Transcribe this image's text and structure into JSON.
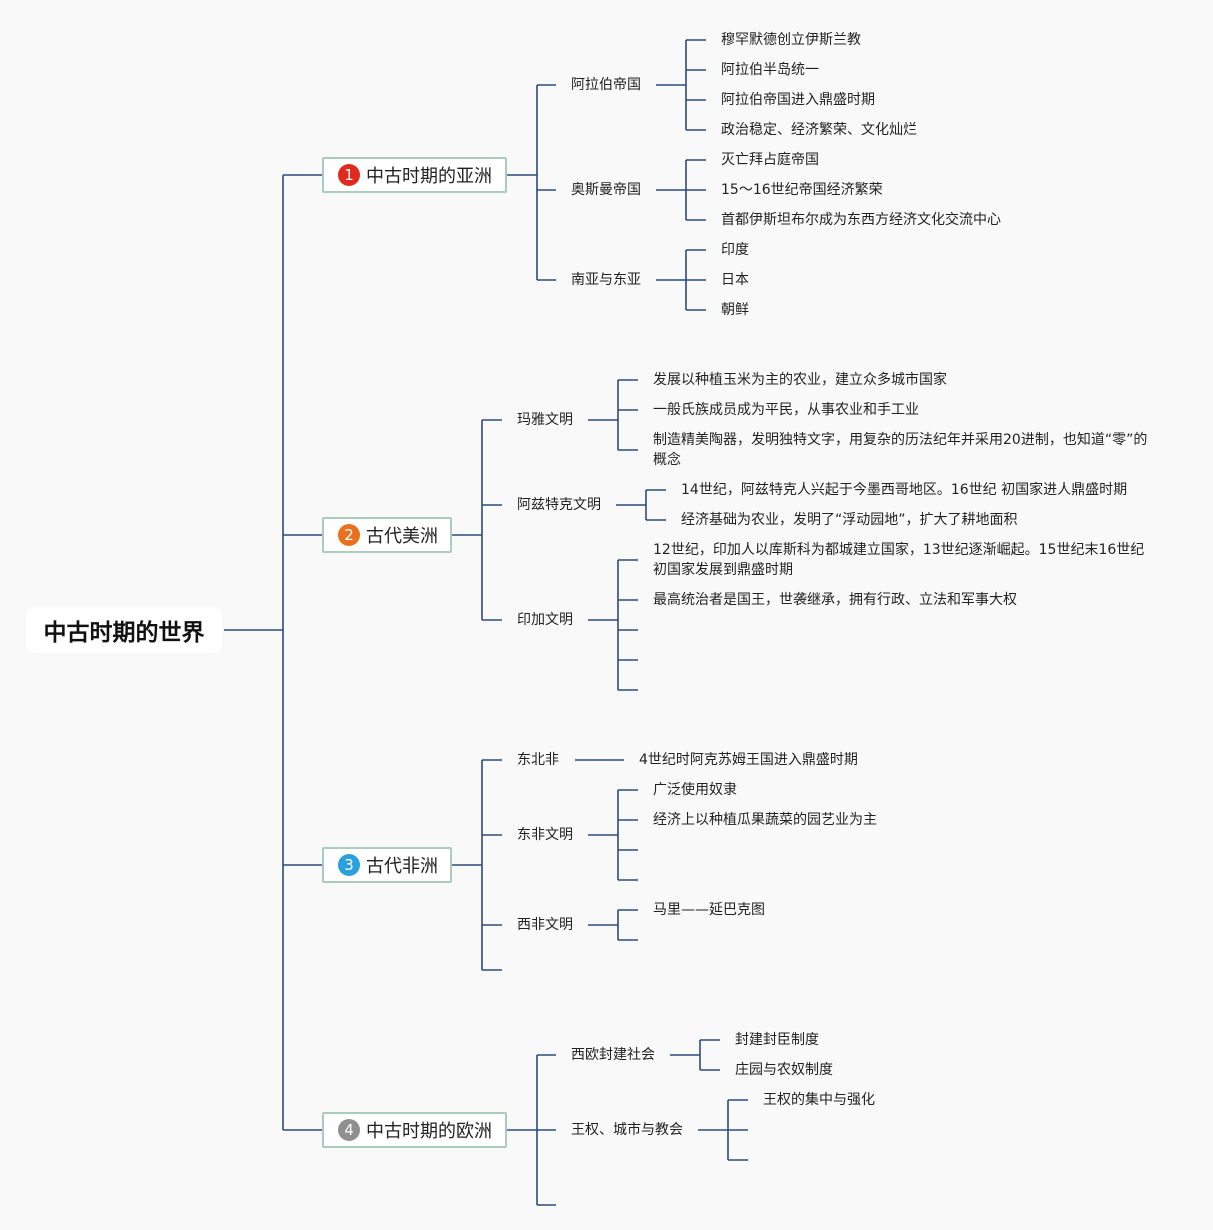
{
  "root": "中古时期的世界",
  "branches": [
    {
      "num": "1",
      "label": "中古时期的亚洲",
      "color": "#e02a1f",
      "subs": [
        {
          "label": "阿拉伯帝国",
          "items": [
            "穆罕默德创立伊斯兰教",
            "阿拉伯半岛统一",
            "阿拉伯帝国进入鼎盛时期",
            "政治稳定、经济繁荣、文化灿烂"
          ]
        },
        {
          "label": "奥斯曼帝国",
          "items": [
            "灭亡拜占庭帝国",
            "15～16世纪帝国经济繁荣",
            "首都伊斯坦布尔成为东西方经济文化交流中心"
          ]
        },
        {
          "label": "南亚与东亚",
          "items": [
            "印度",
            "日本",
            "朝鲜"
          ]
        }
      ]
    },
    {
      "num": "2",
      "label": "古代美洲",
      "color": "#e8701f",
      "subs": [
        {
          "label": "玛雅文明",
          "items": [
            "发展以种植玉米为主的农业，建立众多城市国家",
            "一般氏族成员成为平民，从事农业和手工业",
            "制造精美陶器，发明独特文字，用复杂的历法纪年并采用20进制，也知道“零”的概念"
          ]
        },
        {
          "label": "阿兹特克文明",
          "items": [
            "14世纪，阿兹特克人兴起于今墨西哥地区。16世纪 初国家进人鼎盛时期",
            "经济基础为农业，发明了“浮动园地”，扩大了耕地面积"
          ]
        },
        {
          "label": "印加文明",
          "items": [
            "12世纪，印加人以库斯科为都城建立国家，13世纪逐渐崛起。15世纪末16世纪初国家发展到鼎盛时期",
            "最高统治者是国王，世袭继承，拥有行政、立法和军事大权"
          ]
        }
      ]
    },
    {
      "num": "3",
      "label": "古代非洲",
      "color": "#2aa0dc",
      "subs": [
        {
          "label": "东北非",
          "items": [
            "4世纪时阿克苏姆王国进入鼎盛时期"
          ]
        },
        {
          "label": "东非文明",
          "items": [
            "广泛使用奴隶",
            "经济上以种植瓜果蔬菜的园艺业为主"
          ]
        },
        {
          "label": "西非文明",
          "items": [
            "马里——延巴克图"
          ]
        }
      ]
    },
    {
      "num": "4",
      "label": "中古时期的欧洲",
      "color": "#8f8f8f",
      "subs": [
        {
          "label": "西欧封建社会",
          "items": [
            "封建封臣制度",
            "庄园与农奴制度"
          ]
        },
        {
          "label": "王权、城市与教会",
          "items": [
            "王权的集中与强化"
          ]
        }
      ]
    }
  ]
}
